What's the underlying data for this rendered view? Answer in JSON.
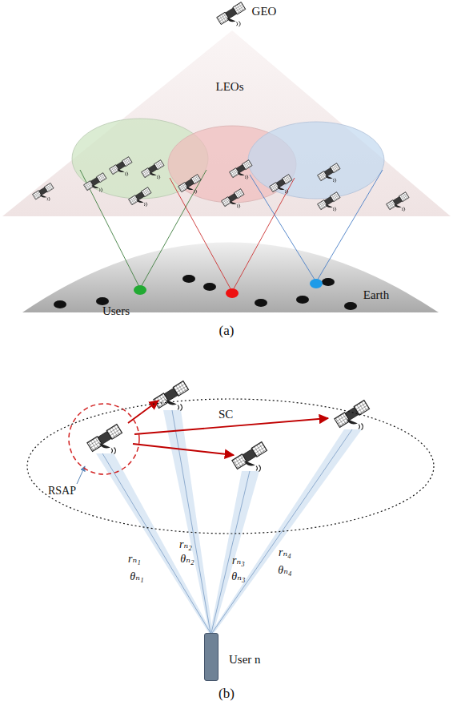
{
  "diagram": {
    "nodes": [
      {
        "text": [
          "SC"
        ]
      },
      {
        "text": [
          "RSAP"
        ],
        "in": 0
      },
      {
        "text": [
          "User n"
        ]
      }
    ],
    "labels": [
      "GEO",
      "LEOs",
      "Users",
      "Earth",
      "(a)",
      "rₙ₁",
      "θₙ₁",
      "rₙ₂",
      "θₙ₂",
      "rₙ₃",
      "θₙ₃",
      "rₙ₄",
      "θₙ₄",
      "(b)"
    ]
  }
}
